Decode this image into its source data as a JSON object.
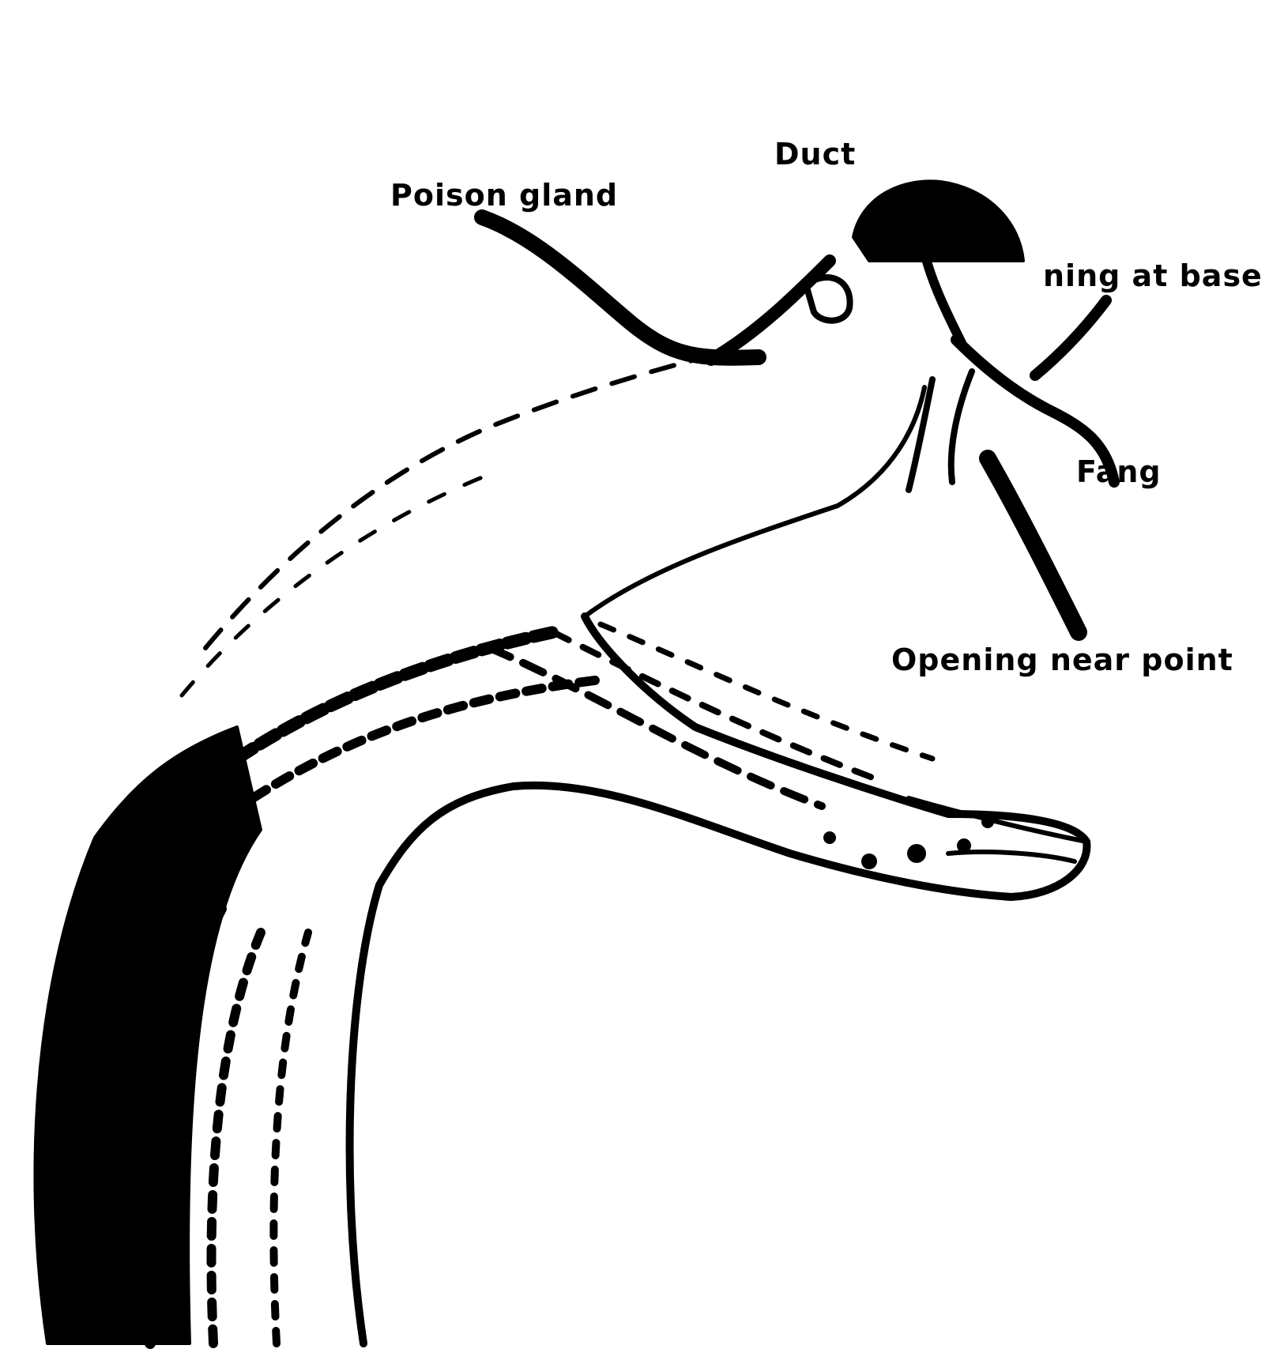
{
  "figure": {
    "labels": {
      "duct": "Duct",
      "poison_gland": "Poison gland",
      "opening_at_base": "ning at base",
      "fang": "Fang",
      "opening_near_point": "Opening near point"
    }
  },
  "colors": {
    "ink": "#000000",
    "paper": "#ffffff"
  }
}
